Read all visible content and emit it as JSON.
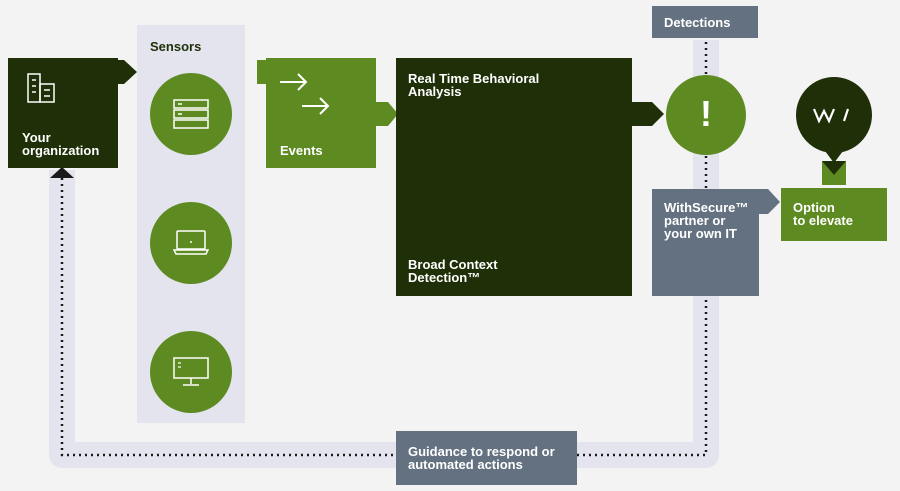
{
  "org": {
    "label_line1": "Your",
    "label_line2": "organization",
    "icon": "building-icon"
  },
  "sensors": {
    "title": "Sensors",
    "items": [
      {
        "icon": "server-icon"
      },
      {
        "icon": "laptop-icon"
      },
      {
        "icon": "desktop-monitor-icon"
      }
    ]
  },
  "events": {
    "label": "Events",
    "icon": "arrows-right-icon"
  },
  "analysis": {
    "label_line1": "Real Time Behavioral",
    "label_line2": "Analysis",
    "footer_line1": "Broad Context",
    "footer_line2": "Detection™"
  },
  "detections": {
    "label": "Detections",
    "alert_symbol": "!"
  },
  "partner": {
    "line1": "WithSecure™",
    "line2": "partner or",
    "line3": "your own IT"
  },
  "elevate": {
    "line1": "Option",
    "line2": "to elevate",
    "logo": "withsecure-logo"
  },
  "guidance": {
    "line1": "Guidance to respond or",
    "line2": "automated actions"
  },
  "colors": {
    "dark_green": "#1f2f08",
    "green": "#5e8a22",
    "slate": "#647180",
    "lavender": "#e4e4ef",
    "background": "#f3f3f3"
  }
}
